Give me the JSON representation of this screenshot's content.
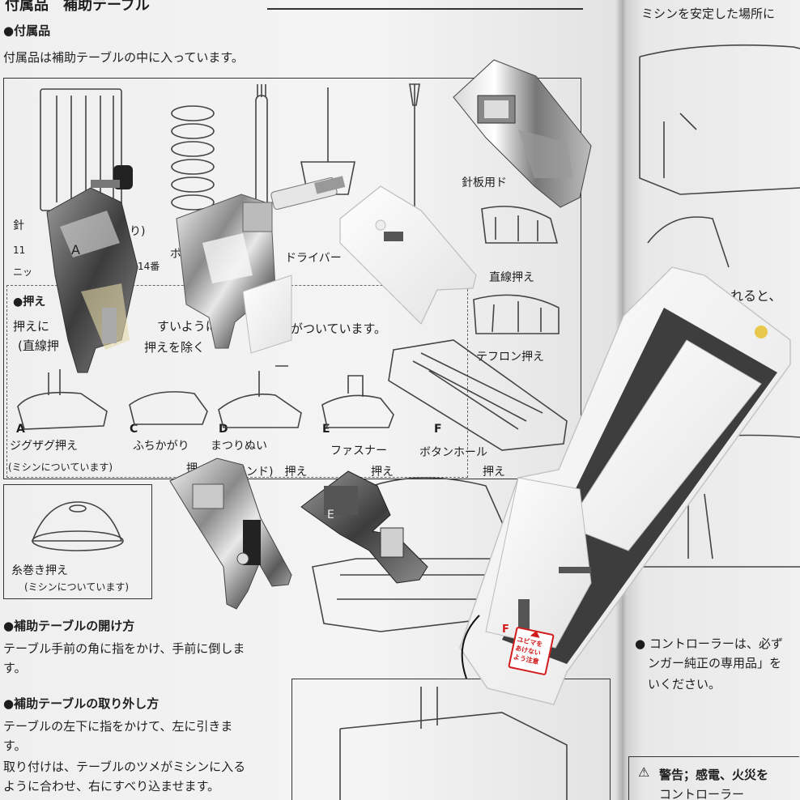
{
  "left_page": {
    "header": "付属品　補助テーブル",
    "accessories": {
      "heading": "●付属品",
      "text": "付属品は補助テーブルの中に入っています。",
      "needle_label": "針",
      "needle_label_suffix": "入り)",
      "needle_spec_left": "11",
      "needle_spec_mid": "ニッ",
      "needle_spec_right": "14番",
      "bobbin_label": "ボ",
      "screwdriver_label": "ドライバー",
      "plate_label": "針板用ド",
      "straight_foot": "直線押え",
      "teflon_foot": "テフロン押え"
    },
    "presser_feet": {
      "heading": "●押え",
      "line1_start": "押えに",
      "line1_mid": "すいように",
      "line1_end": "号がついています。",
      "line2_start": "(直線押",
      "line2_end": "押えを除く",
      "items": [
        {
          "letter": "A",
          "name": "ジグザグ押え",
          "note": "(ミシンについています)"
        },
        {
          "letter": "C",
          "name": "ふちかがり",
          "note": "押"
        },
        {
          "letter": "D",
          "name": "まつりぬい",
          "note": "インド)　押え"
        },
        {
          "letter": "E",
          "name": "ファスナー",
          "note": "押え"
        },
        {
          "letter": "F",
          "name": "ボタンホール",
          "note": "押え"
        }
      ]
    },
    "thread_holder": {
      "name": "糸巻き押え",
      "note": "(ミシンについています)"
    },
    "open_table": {
      "heading": "●補助テーブルの開け方",
      "lines": [
        "テーブル手前の角に指をかけ、手前に倒しま",
        "す。"
      ]
    },
    "remove_table": {
      "heading": "●補助テーブルの取り外し方",
      "lines": [
        "テーブルの左下に指をかけて、左に引きま",
        "す。",
        "取り付けは、テーブルのツメがミシンに入る",
        "ように合わせ、右にすべり込ませます。"
      ]
    }
  },
  "right_page": {
    "top_text": "ミシンを安定した場所に",
    "mid_text": "れると、",
    "controller_lines": [
      "● コントローラーは、必ず",
      "ンガー純正の専用品」を",
      "いください。"
    ],
    "warning": "警告；感電、火災を",
    "warning_line2": "コントローラー"
  },
  "buttonhole_foot": {
    "letter": "F",
    "sticker_lines": [
      "ユビマを",
      "あけない",
      "よう注意"
    ]
  },
  "colors": {
    "paper": "#f2f2f2",
    "ink": "#1e1e1e",
    "chrome": "#c8c8c8",
    "plastic": "#f7f7f7",
    "sticker_red": "#d21c1c"
  }
}
